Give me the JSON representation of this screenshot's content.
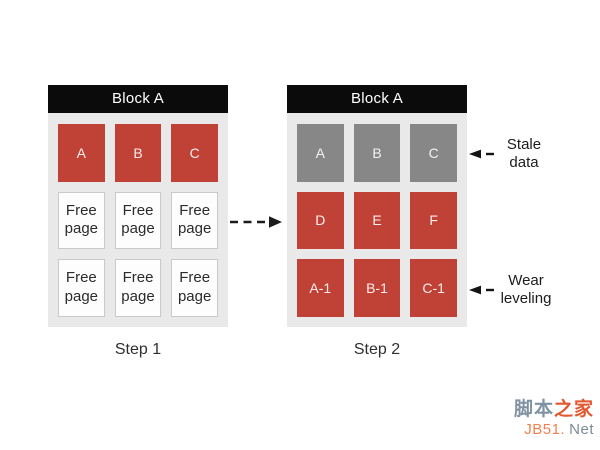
{
  "diagram": {
    "step1": {
      "title": "Block A",
      "step_label": "Step 1",
      "rows": [
        {
          "type": "used",
          "cells": [
            "A",
            "B",
            "C"
          ]
        },
        {
          "type": "free",
          "cells": [
            "Free page",
            "Free page",
            "Free page"
          ]
        },
        {
          "type": "free",
          "cells": [
            "Free page",
            "Free page",
            "Free page"
          ]
        }
      ]
    },
    "step2": {
      "title": "Block A",
      "step_label": "Step 2",
      "rows": [
        {
          "type": "stale",
          "cells": [
            "A",
            "B",
            "C"
          ]
        },
        {
          "type": "used",
          "cells": [
            "D",
            "E",
            "F"
          ]
        },
        {
          "type": "used",
          "cells": [
            "A-1",
            "B-1",
            "C-1"
          ]
        }
      ]
    },
    "annotations": {
      "stale": {
        "line1": "Stale",
        "line2": "data"
      },
      "wear": {
        "line1": "Wear",
        "line2": "leveling"
      }
    },
    "colors": {
      "used_cell": "#c04236",
      "stale_cell": "#878787",
      "free_cell": "#fdfdfd",
      "block_header": "#0b0b0b",
      "block_body": "#e9e9e9"
    }
  },
  "watermark": {
    "site_name_part1": "脚本",
    "site_name_part2": "之家",
    "domain_part1": "JB51.",
    "domain_part2": "Net"
  }
}
